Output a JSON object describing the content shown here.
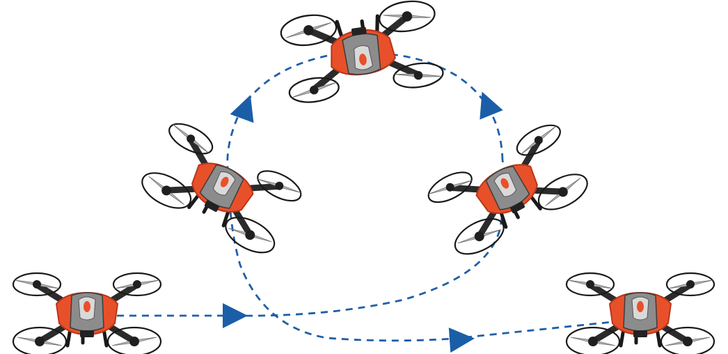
{
  "diagram": {
    "colors": {
      "path": "#1f5fa6",
      "arrow": "#1a5ea8",
      "drone_body": "#e8502a",
      "drone_body_dark": "#b8361a",
      "drone_frame": "#2b2b2b",
      "drone_shell": "#8c8c8c",
      "guard": "#1a1a1a",
      "prop": "#b9b9b9"
    },
    "icons": [
      "quadcopter-drone-icon",
      "direction-arrow-icon"
    ],
    "drones": [
      {
        "name": "drone-start",
        "rotate": 0
      },
      {
        "name": "drone-left-climb",
        "rotate": 28
      },
      {
        "name": "drone-top-inverted",
        "rotate": 172
      },
      {
        "name": "drone-right-descend",
        "rotate": -28
      },
      {
        "name": "drone-end",
        "rotate": 0
      }
    ],
    "arrows": [
      {
        "name": "arrow-bottom-right",
        "direction": "right"
      },
      {
        "name": "arrow-left-up",
        "direction": "up"
      },
      {
        "name": "arrow-right-down",
        "direction": "down"
      },
      {
        "name": "arrow-exit-right",
        "direction": "right"
      }
    ]
  }
}
